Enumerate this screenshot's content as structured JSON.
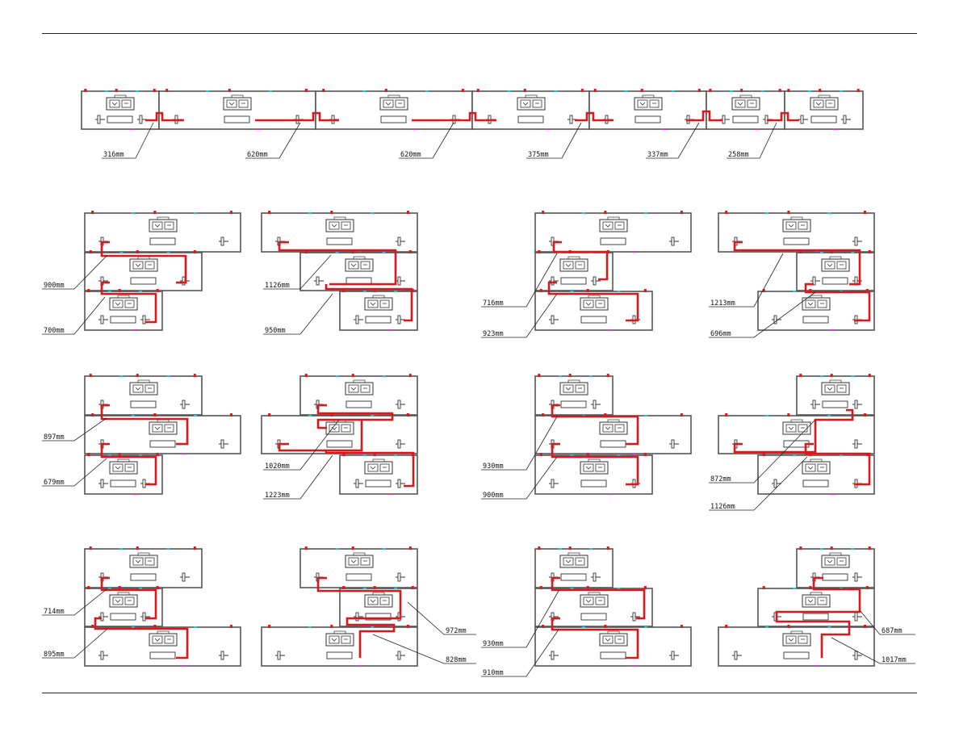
{
  "colors": {
    "cabinet": "#555555",
    "cable": "#e0161b",
    "leader": "#222222",
    "marker_red": "#e0161b",
    "marker_cyan": "#22c6dc",
    "marker_magenta": "#d040d0",
    "marker_green": "#3ab83a"
  },
  "icons": [
    "bay-module-icon",
    "connector-icon",
    "cable-route"
  ],
  "top_row": {
    "measurements": [
      "316mm",
      "620mm",
      "620mm",
      "375mm",
      "337mm",
      "258mm"
    ]
  },
  "panels": [
    {
      "id": "r1-a",
      "measurements": [
        "900mm",
        "700mm"
      ]
    },
    {
      "id": "r1-b",
      "measurements": [
        "1126mm",
        "950mm"
      ]
    },
    {
      "id": "r1-c",
      "measurements": [
        "716mm",
        "923mm"
      ]
    },
    {
      "id": "r1-d",
      "measurements": [
        "1213mm",
        "696mm"
      ]
    },
    {
      "id": "r2-a",
      "measurements": [
        "897mm",
        "679mm"
      ]
    },
    {
      "id": "r2-b",
      "measurements": [
        "1020mm",
        "1223mm"
      ]
    },
    {
      "id": "r2-c",
      "measurements": [
        "930mm",
        "900mm"
      ]
    },
    {
      "id": "r2-d",
      "measurements": [
        "872mm",
        "1126mm"
      ]
    },
    {
      "id": "r3-a",
      "measurements": [
        "714mm",
        "895mm"
      ]
    },
    {
      "id": "r3-b",
      "measurements": [
        "972mm",
        "828mm"
      ]
    },
    {
      "id": "r3-c",
      "measurements": [
        "930mm",
        "910mm"
      ]
    },
    {
      "id": "r3-d",
      "measurements": [
        "687mm",
        "1017mm"
      ]
    }
  ]
}
